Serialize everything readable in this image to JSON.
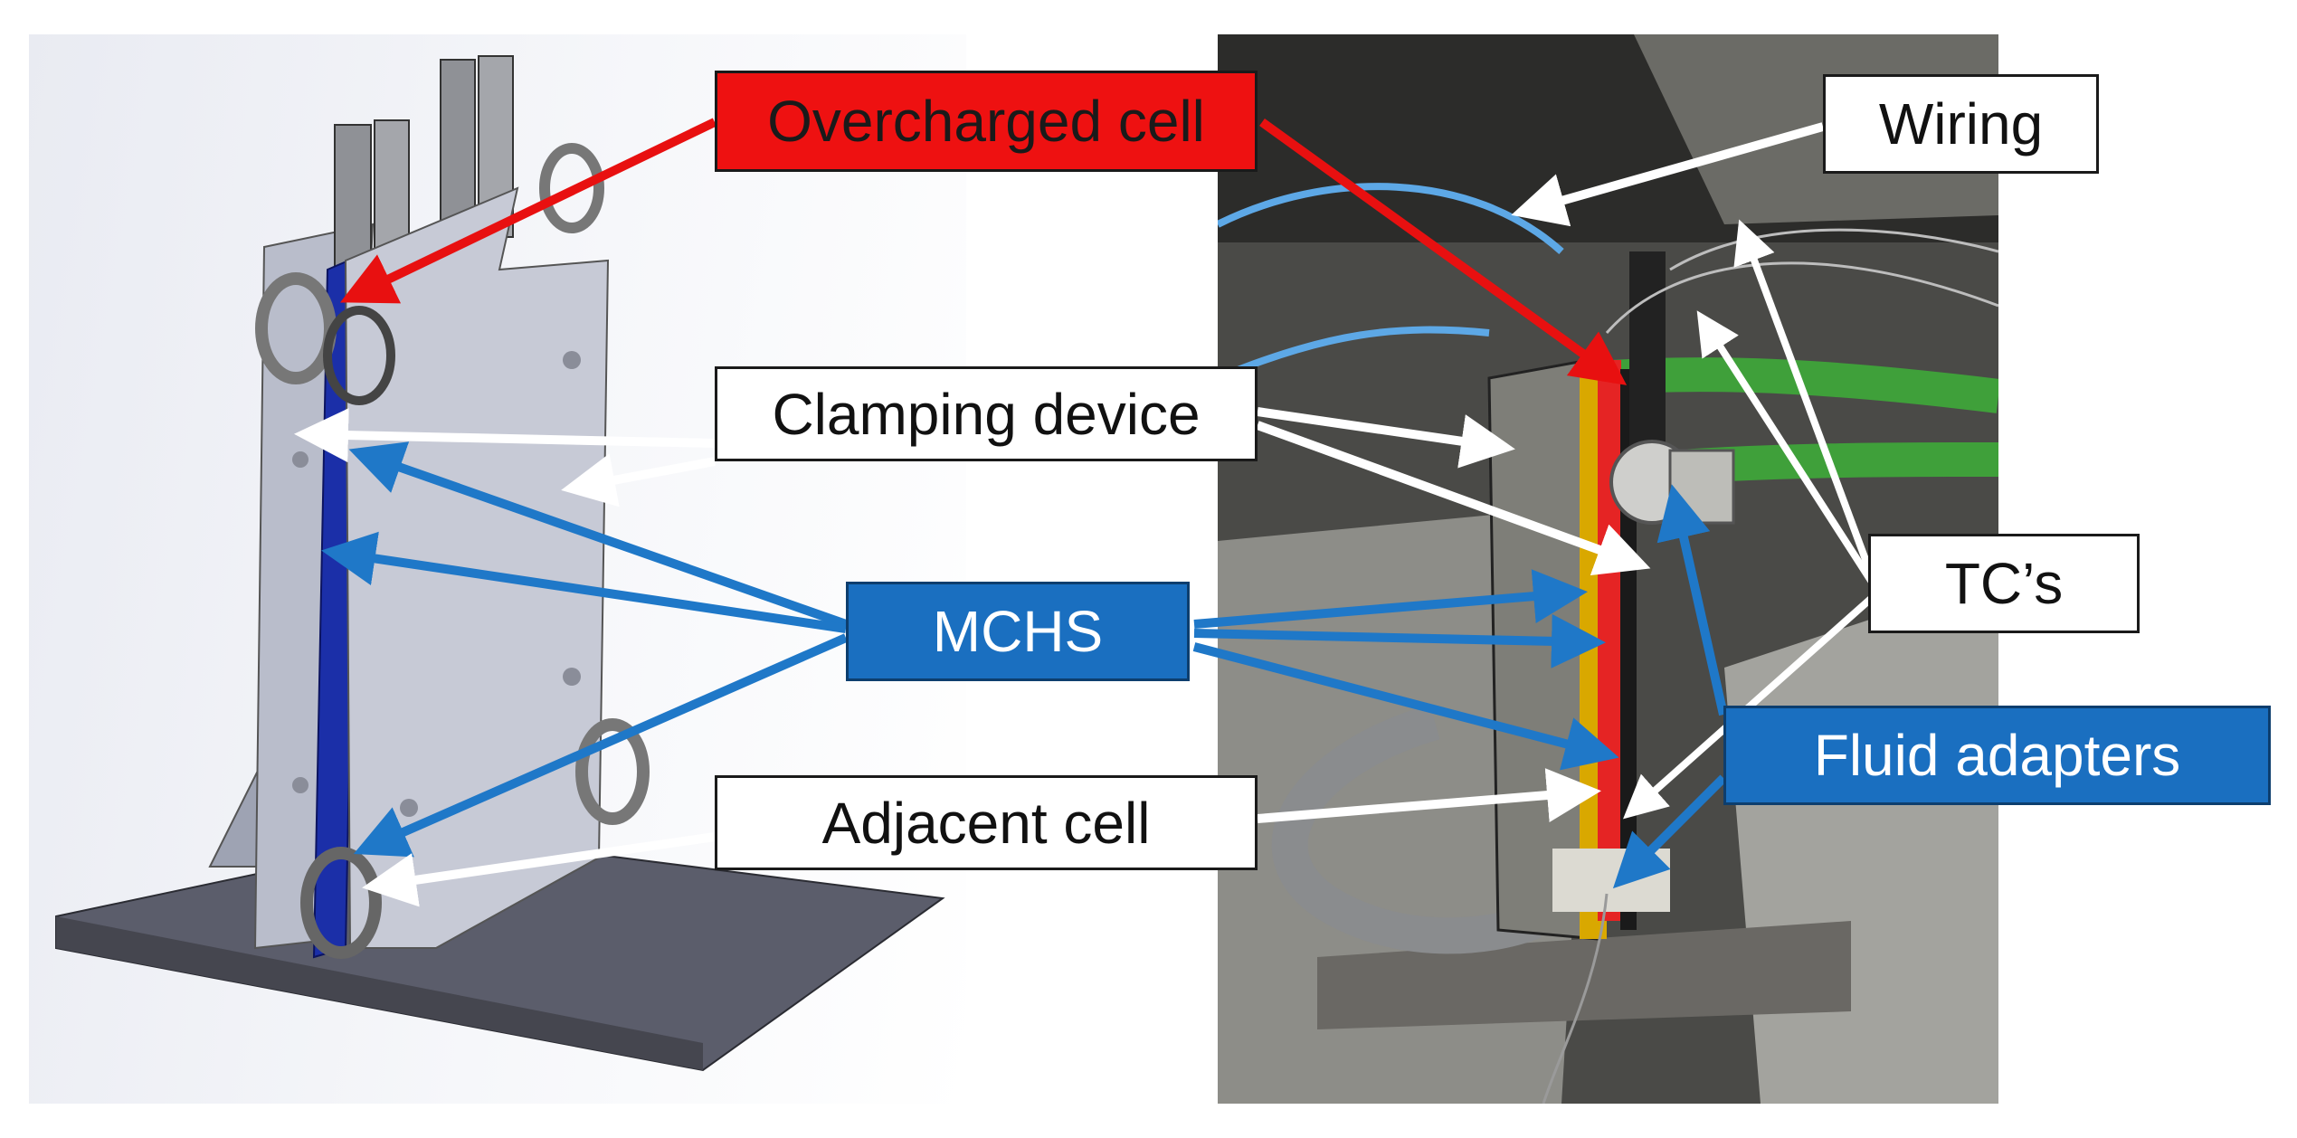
{
  "labels": {
    "overcharged_cell": "Overcharged cell",
    "wiring": "Wiring",
    "clamping_device": "Clamping device",
    "mchs": "MCHS",
    "tcs": "TC’s",
    "fluid_adapters": "Fluid adapters",
    "adjacent_cell": "Adjacent cell"
  },
  "colors": {
    "overcharged_cell_box": "#ee1111",
    "mchs_box": "#1a6fc0",
    "fluid_adapters_box": "#1a6fc0",
    "arrow_red": "#e81010",
    "arrow_blue": "#1f78c8",
    "arrow_white": "#ffffff"
  },
  "panels": {
    "left": "CAD model of cell assembly",
    "right": "Photograph of experimental setup"
  }
}
